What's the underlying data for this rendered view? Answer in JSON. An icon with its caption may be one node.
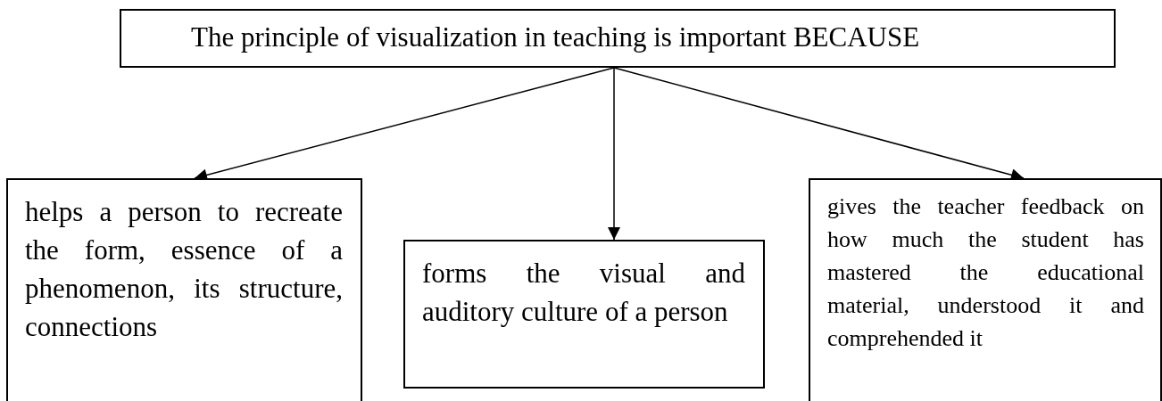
{
  "diagram": {
    "nodes": [
      {
        "text": [
          "The principle of visualization in teaching is important BECAUSE"
        ]
      },
      {
        "text": [
          "helps a person to recreate the form, essence of a phenomenon, its structure, connections"
        ]
      },
      {
        "text": [
          "forms the visual and auditory culture of a person"
        ]
      },
      {
        "text": [
          "gives the teacher feedback on how much the student has mastered the educational material, understood it and comprehended it"
        ]
      }
    ],
    "edges": [
      {
        "from": 0,
        "to": 1,
        "arrow": "to"
      },
      {
        "from": 0,
        "to": 2,
        "arrow": "to"
      },
      {
        "from": 0,
        "to": 3,
        "arrow": "to"
      }
    ]
  }
}
